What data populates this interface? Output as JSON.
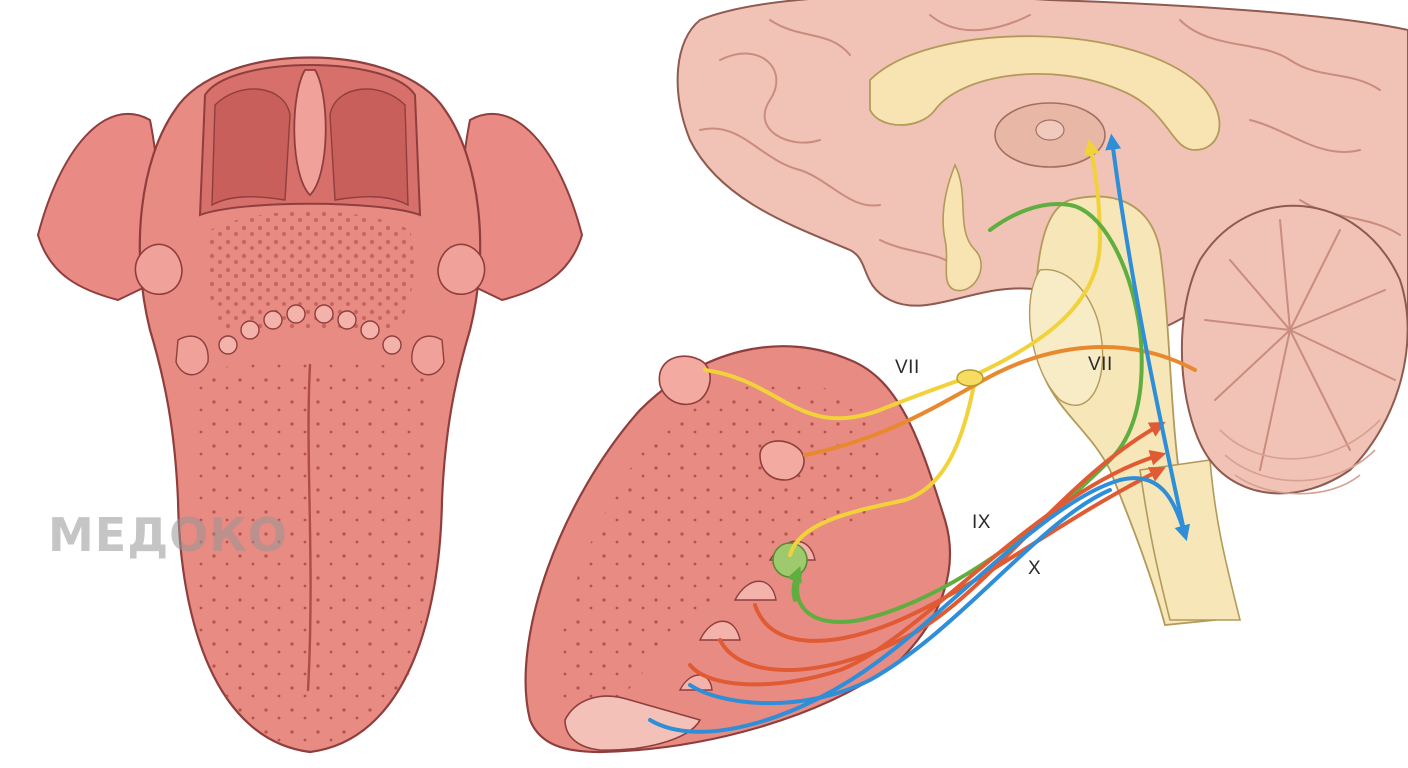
{
  "watermark": {
    "text": "МЕДОКО"
  },
  "labels": {
    "facial_upper": "VII",
    "facial_brainstem": "VII",
    "glossopharyngeal": "IX",
    "vagus": "X"
  },
  "colors": {
    "background": "#ffffff",
    "tongue": "#e88b83",
    "tongue_shadow": "#d86e68",
    "tongue_outline": "#8f3e3e",
    "brain": "#f1c3b6",
    "brain_fold": "#e9a997",
    "corpus_callosum": "#f7e4b2",
    "brainstem": "#f6e6b8",
    "nerve_vii_chorda": "#f2d23a",
    "nerve_vii_branch": "#e8892f",
    "nerve_ix": "#5fae3f",
    "nerve_x": "#2f8ed8",
    "nerve_afferent": "#e05a33"
  }
}
